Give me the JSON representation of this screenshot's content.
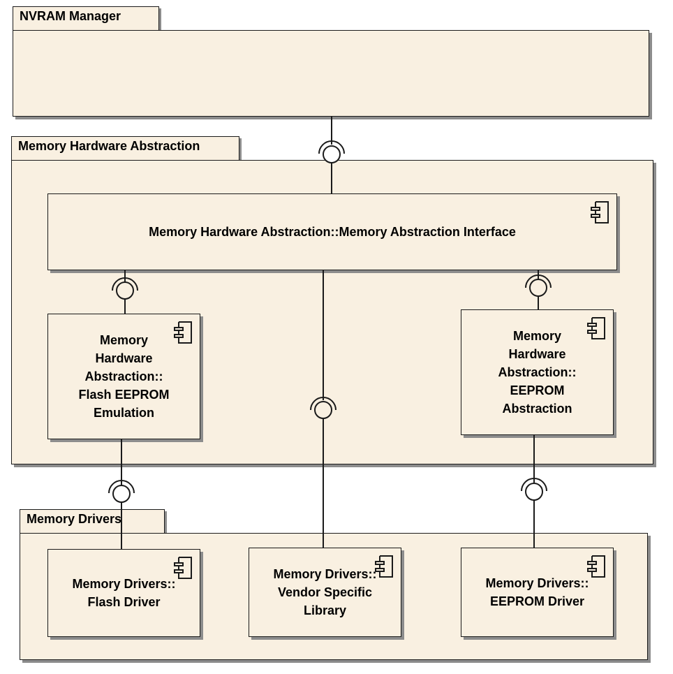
{
  "packages": {
    "nvram": {
      "label": "NVRAM Manager"
    },
    "memory_hw_abstraction": {
      "label": "Memory Hardware Abstraction"
    },
    "memory_drivers": {
      "label": "Memory Drivers"
    }
  },
  "components": {
    "memory_abstraction_interface": {
      "label": "Memory Hardware Abstraction::Memory Abstraction Interface"
    },
    "flash_eeprom_emulation": {
      "label": "Memory\nHardware\nAbstraction::\nFlash EEPROM\nEmulation"
    },
    "eeprom_abstraction": {
      "label": "Memory\nHardware\nAbstraction::\nEEPROM\nAbstraction"
    },
    "flash_driver": {
      "label": "Memory Drivers::\nFlash Driver"
    },
    "vendor_specific_library": {
      "label": "Memory Drivers::\nVendor Specific\nLibrary"
    },
    "eeprom_driver": {
      "label": "Memory Drivers::\nEEPROM Driver"
    }
  },
  "icons": {
    "component": "component-icon",
    "interface": "interface-socket-icon"
  },
  "colors": {
    "fill": "#f9f0e1",
    "stroke": "#1a1a1a",
    "shadow": "#8c8c8c"
  }
}
